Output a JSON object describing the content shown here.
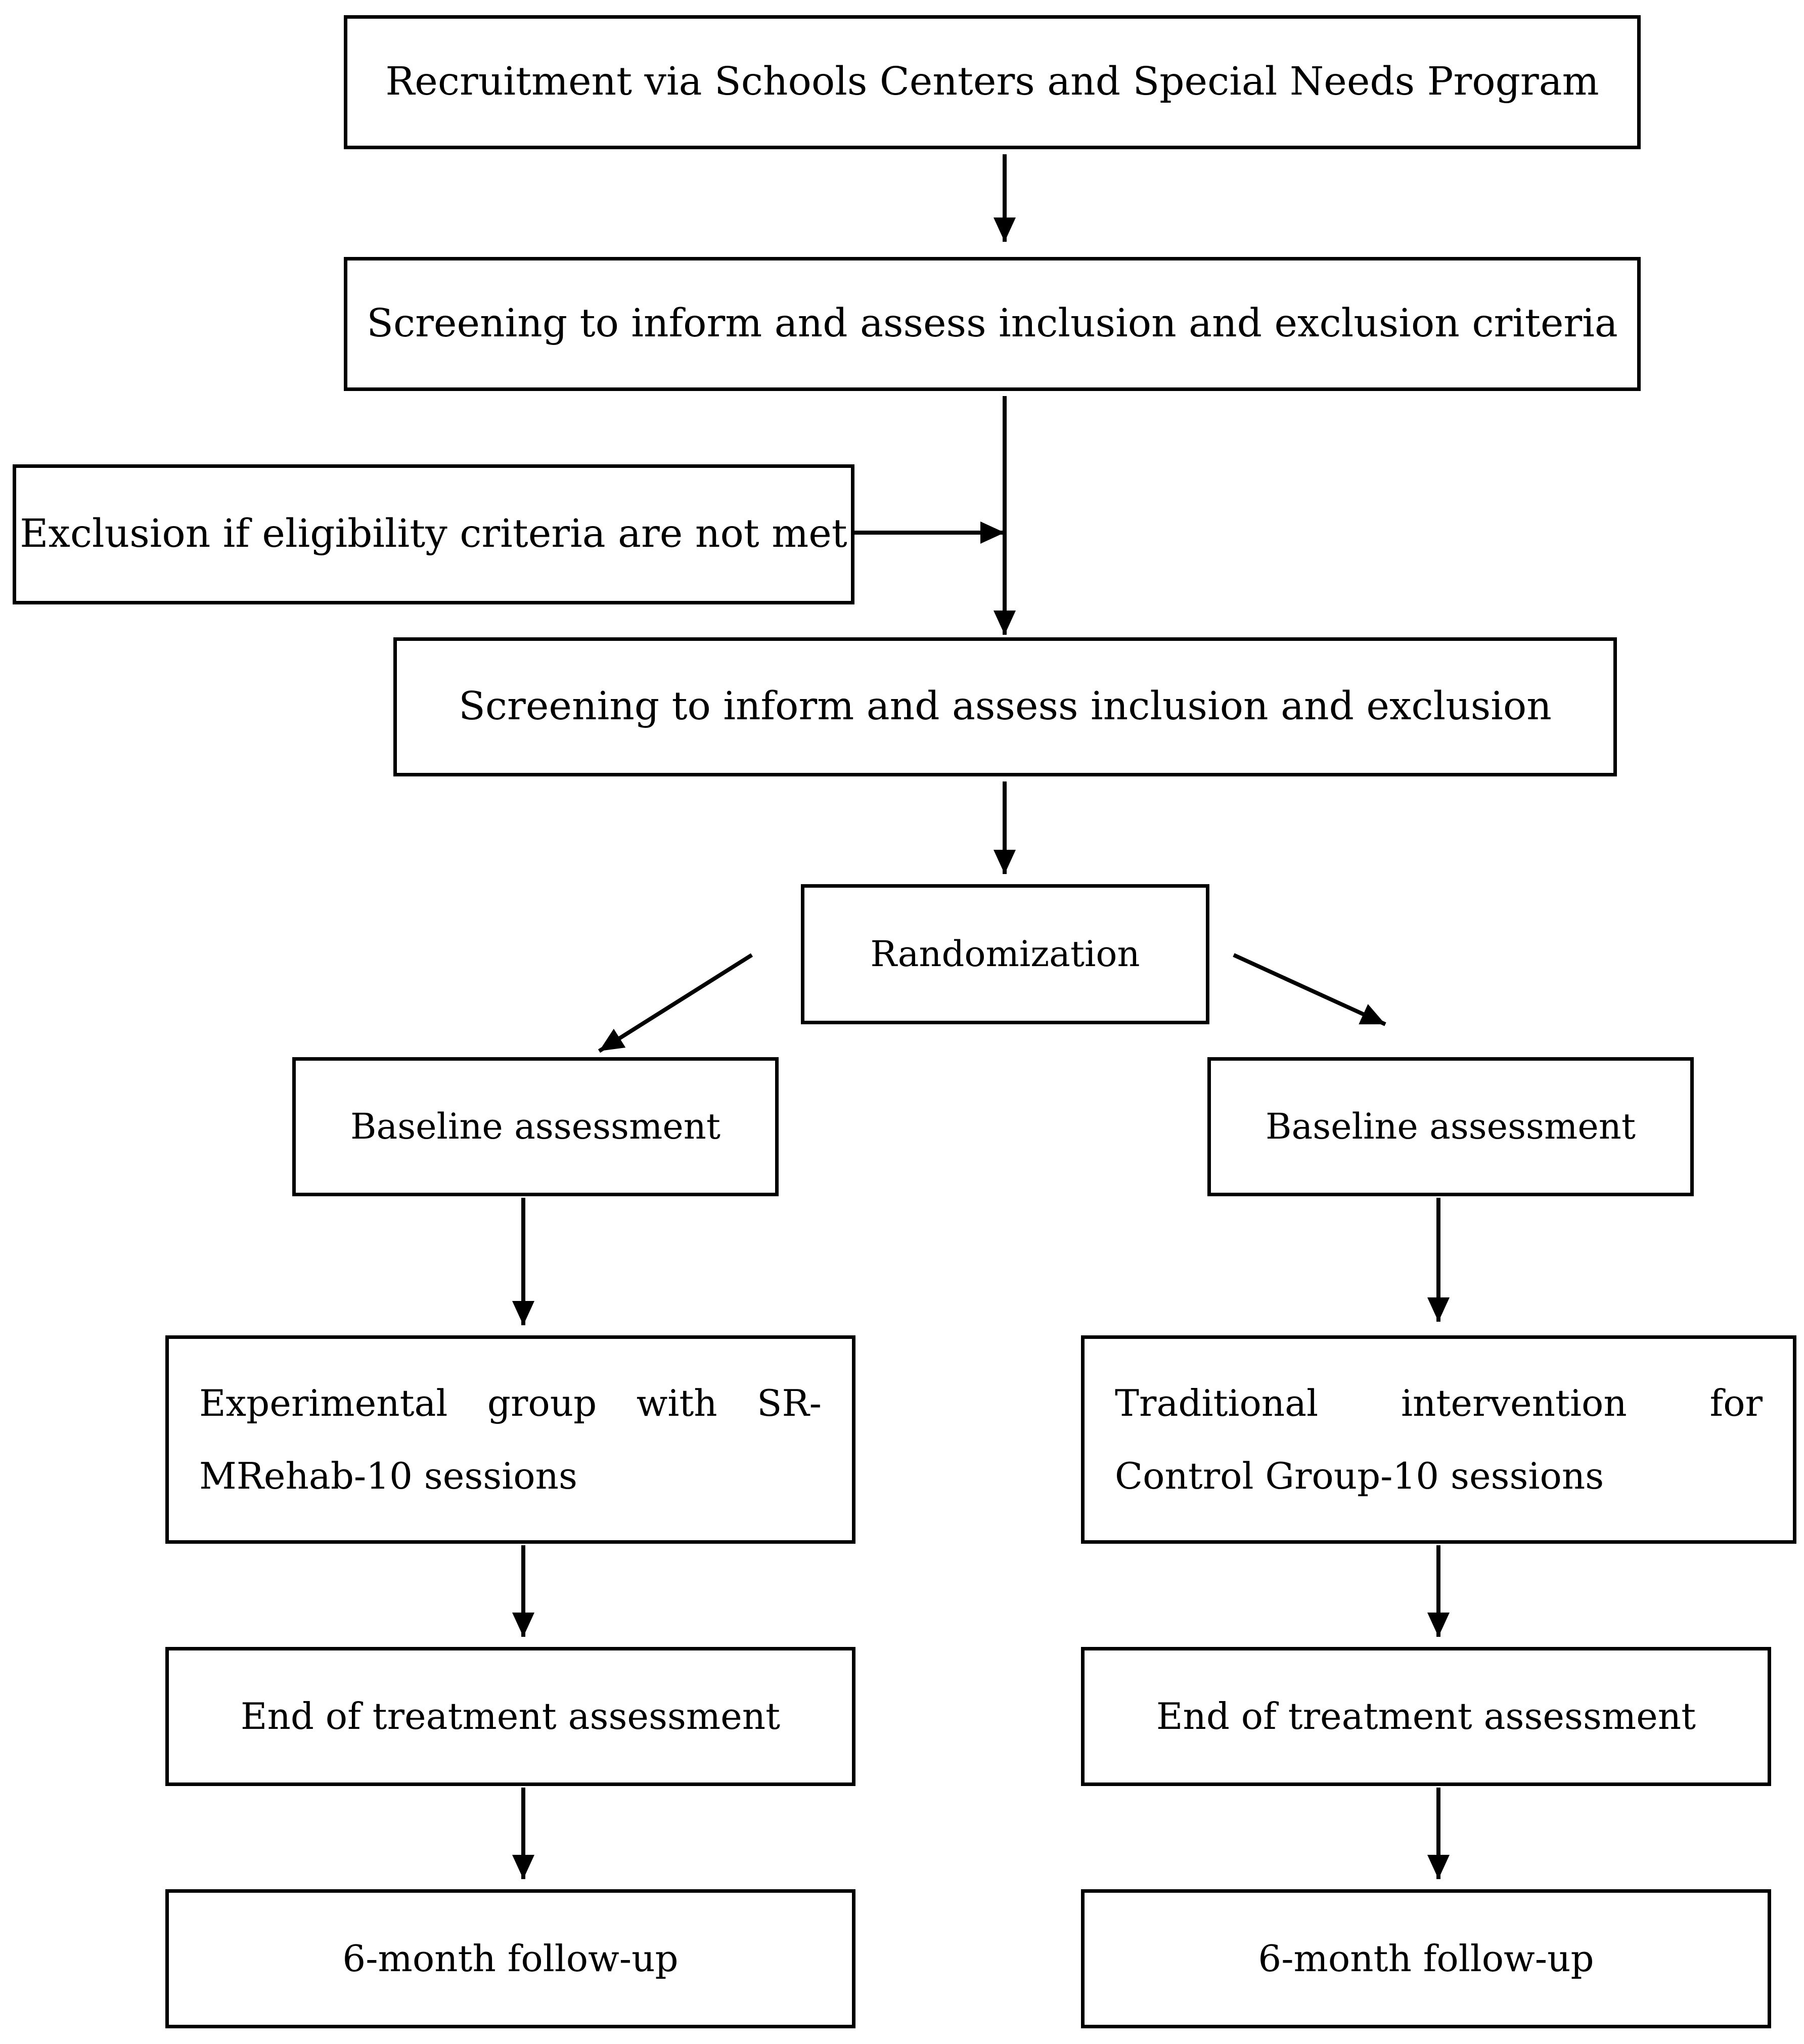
{
  "flowchart": {
    "recruitment": "Recruitment via Schools Centers and Special Needs Program",
    "screening_1": "Screening to inform and assess inclusion and exclusion criteria",
    "exclusion": "Exclusion if eligibility criteria are not met",
    "screening_2": "Screening to inform and assess inclusion and exclusion",
    "randomization": "Randomization",
    "experimental_arm": {
      "baseline": "Baseline assessment",
      "intervention": "Experimental group with SR-MRehab-10 sessions",
      "end_of_treatment": "End of treatment assessment",
      "follow_up": "6-month follow-up"
    },
    "control_arm": {
      "baseline": "Baseline assessment",
      "intervention": "Traditional intervention for Control Group-10 sessions",
      "end_of_treatment": "End of treatment assessment",
      "follow_up": "6-month follow-up"
    }
  },
  "colors": {
    "stroke": "#000000",
    "background": "#ffffff"
  }
}
